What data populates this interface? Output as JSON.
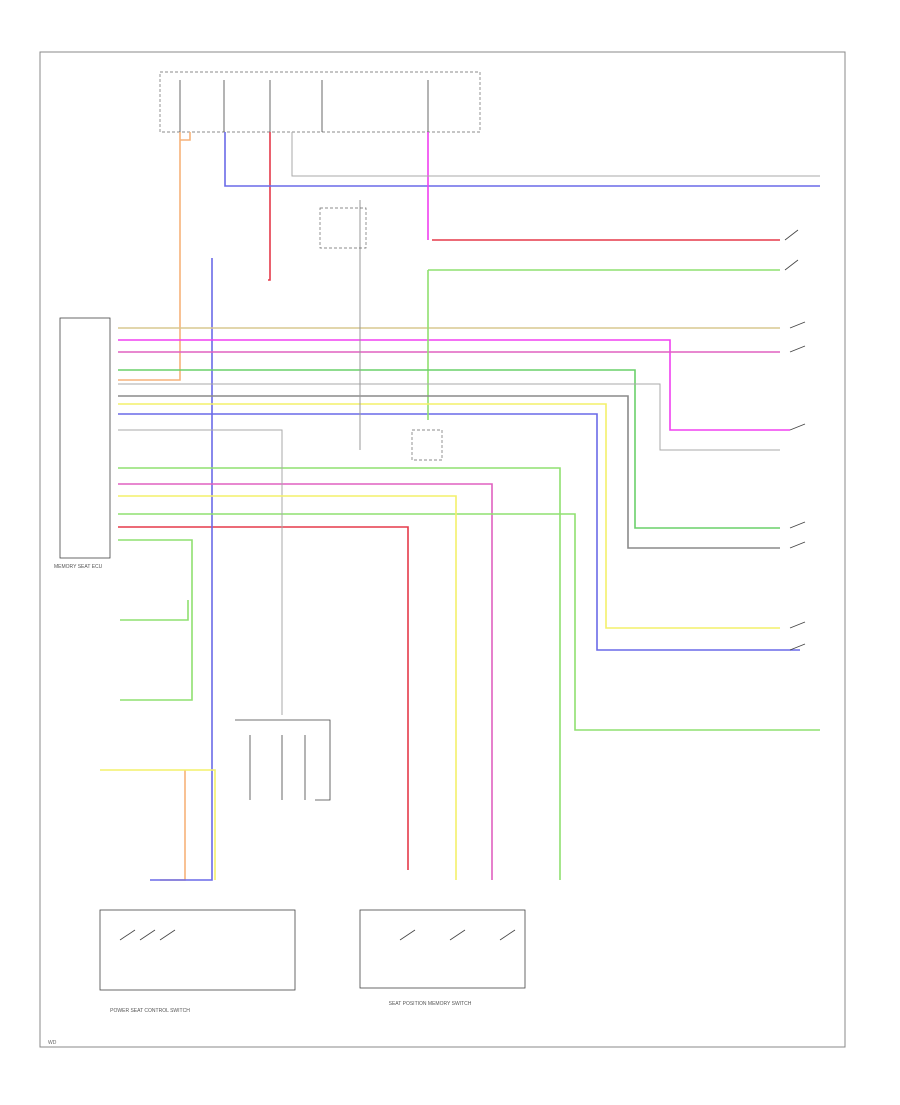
{
  "colors": {
    "orange": "#f6b27a",
    "red": "#e53a4a",
    "blue": "#6a6ae8",
    "pink": "#e060c0",
    "magenta": "#f040f0",
    "lightgreen": "#8fe070",
    "green": "#6ad06a",
    "yellow": "#f4f06a",
    "grey": "#8a8a8a",
    "tan": "#d8c890",
    "darkgrey": "#555555",
    "black": "#444444"
  },
  "labels": {
    "power_seat_control_switch": "POWER SEAT CONTROL SWITCH",
    "seat_position_memory_switch": "SEAT POSITION MEMORY SWITCH",
    "memory_seat_ecu": "MEMORY SEAT ECU",
    "footer": "WD"
  }
}
